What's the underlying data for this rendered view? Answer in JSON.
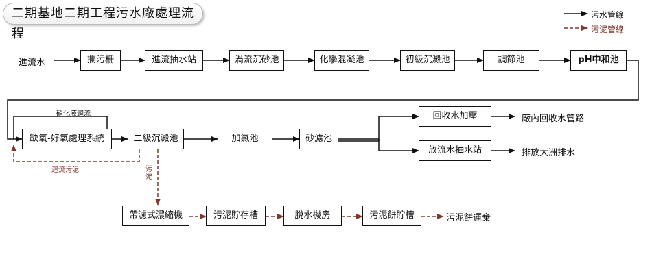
{
  "title": "二期基地二期工程污水廠處理流程",
  "legend": {
    "sewage_label": "污水管線",
    "sludge_label": "污泥管線"
  },
  "row1": {
    "inflow": "進流水",
    "boxes": [
      "攔污柵",
      "進流抽水站",
      "渦流沉砂池",
      "化學混凝池",
      "初級沉澱池",
      "調節池",
      "pH中和池"
    ]
  },
  "row2": {
    "recycle_label": "硝化液迴流",
    "boxes": [
      "缺氧-好氧處理系統",
      "二級沉澱池",
      "加氯池",
      "砂濾池"
    ],
    "return_sludge_label": "迴流污泥",
    "sludge_label_vertical": "污泥"
  },
  "branches": {
    "upper_box": "回收水加壓",
    "upper_dest": "廠內回收水管路",
    "lower_box": "放流水抽水站",
    "lower_dest": "排放大洲排水"
  },
  "row3": {
    "boxes": [
      "帶濾式濃縮機",
      "污泥貯存槽",
      "脫水機房",
      "污泥餅貯槽"
    ],
    "dest": "污泥餅運棄"
  },
  "colors": {
    "sewage_line": "#111111",
    "sludge_line": "#7a3a2e"
  }
}
